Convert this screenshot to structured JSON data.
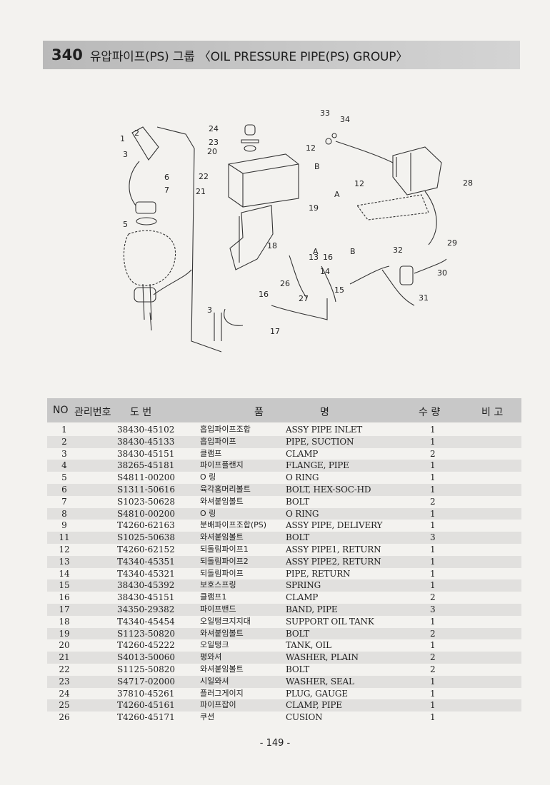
{
  "header": {
    "number": "340",
    "title": "유압파이프(PS) 그룹 〈OIL PRESSURE PIPE(PS) GROUP〉"
  },
  "diagram": {
    "callouts": [
      "1",
      "2",
      "3",
      "3",
      "5",
      "6",
      "7",
      "12",
      "12",
      "13",
      "14",
      "15",
      "16",
      "16",
      "17",
      "18",
      "19",
      "20",
      "21",
      "22",
      "23",
      "24",
      "26",
      "27",
      "28",
      "29",
      "30",
      "31",
      "32",
      "33",
      "34",
      "A",
      "A",
      "B",
      "B"
    ]
  },
  "table": {
    "headers": {
      "no": "NO",
      "mgmt": "관리번호",
      "drawing": "도   번",
      "item": "품",
      "name": "명",
      "qty": "수   량",
      "remark": "비   고"
    },
    "rows": [
      {
        "no": "1",
        "code": "38430-45102",
        "kor": "흡입파이프조합",
        "name": "ASSY PIPE INLET",
        "qty": "1"
      },
      {
        "no": "2",
        "code": "38430-45133",
        "kor": "흡입파이프",
        "name": "PIPE, SUCTION",
        "qty": "1"
      },
      {
        "no": "3",
        "code": "38430-45151",
        "kor": "클램프",
        "name": "CLAMP",
        "qty": "2"
      },
      {
        "no": "4",
        "code": "38265-45181",
        "kor": "파이프플랜지",
        "name": "FLANGE, PIPE",
        "qty": "1"
      },
      {
        "no": "5",
        "code": "S4811-00200",
        "kor": "O 링",
        "name": "O RING",
        "qty": "1"
      },
      {
        "no": "6",
        "code": "S1311-50616",
        "kor": "육각홈머리볼트",
        "name": "BOLT, HEX-SOC-HD",
        "qty": "1"
      },
      {
        "no": "7",
        "code": "S1023-50628",
        "kor": "와셔붙임볼트",
        "name": "BOLT",
        "qty": "2"
      },
      {
        "no": "8",
        "code": "S4810-00200",
        "kor": "O 링",
        "name": "O RING",
        "qty": "1"
      },
      {
        "no": "9",
        "code": "T4260-62163",
        "kor": "분배파이프조합(PS)",
        "name": "ASSY PIPE, DELIVERY",
        "qty": "1"
      },
      {
        "no": "11",
        "code": "S1025-50638",
        "kor": "와셔붙임볼트",
        "name": "BOLT",
        "qty": "3"
      },
      {
        "no": "12",
        "code": "T4260-62152",
        "kor": "되돌림파이프1",
        "name": "ASSY PIPE1, RETURN",
        "qty": "1"
      },
      {
        "no": "13",
        "code": "T4340-45351",
        "kor": "되돌림파이프2",
        "name": "ASSY PIPE2, RETURN",
        "qty": "1"
      },
      {
        "no": "14",
        "code": "T4340-45321",
        "kor": "되돌림파이프",
        "name": "PIPE, RETURN",
        "qty": "1"
      },
      {
        "no": "15",
        "code": "38430-45392",
        "kor": "보호스프링",
        "name": "SPRING",
        "qty": "1"
      },
      {
        "no": "16",
        "code": "38430-45151",
        "kor": "클램프1",
        "name": "CLAMP",
        "qty": "2"
      },
      {
        "no": "17",
        "code": "34350-29382",
        "kor": "파이프밴드",
        "name": "BAND, PIPE",
        "qty": "3"
      },
      {
        "no": "18",
        "code": "T4340-45454",
        "kor": "오일탱크지지대",
        "name": "SUPPORT OIL TANK",
        "qty": "1"
      },
      {
        "no": "19",
        "code": "S1123-50820",
        "kor": "와셔붙임볼트",
        "name": "BOLT",
        "qty": "2"
      },
      {
        "no": "20",
        "code": "T4260-45222",
        "kor": "오일탱크",
        "name": "TANK, OIL",
        "qty": "1"
      },
      {
        "no": "21",
        "code": "S4013-50060",
        "kor": "평와셔",
        "name": "WASHER, PLAIN",
        "qty": "2"
      },
      {
        "no": "22",
        "code": "S1125-50820",
        "kor": "와셔붙임볼트",
        "name": "BOLT",
        "qty": "2"
      },
      {
        "no": "23",
        "code": "S4717-02000",
        "kor": "시일와셔",
        "name": "WASHER, SEAL",
        "qty": "1"
      },
      {
        "no": "24",
        "code": "37810-45261",
        "kor": "플러그게이지",
        "name": "PLUG, GAUGE",
        "qty": "1"
      },
      {
        "no": "25",
        "code": "T4260-45161",
        "kor": "파이프잡이",
        "name": "CLAMP, PIPE",
        "qty": "1"
      },
      {
        "no": "26",
        "code": "T4260-45171",
        "kor": "쿠션",
        "name": "CUSION",
        "qty": "1"
      }
    ]
  },
  "footer": {
    "page": "- 149 -"
  }
}
